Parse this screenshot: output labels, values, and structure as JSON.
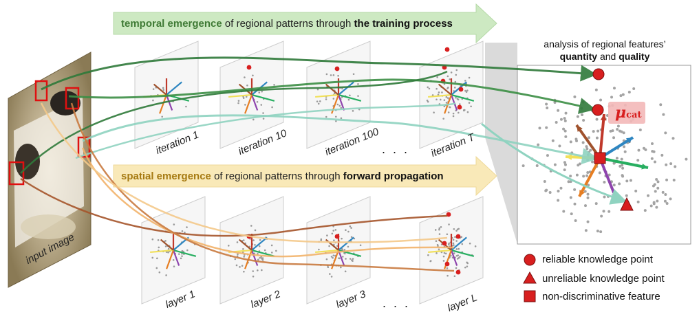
{
  "banners": {
    "temporal": {
      "highlight": "temporal emergence",
      "middle": " of regional patterns through ",
      "bold": "the training process"
    },
    "spatial": {
      "highlight": "spatial emergence",
      "middle": " of regional patterns through ",
      "bold": "forward propagation"
    }
  },
  "input_label": "input image",
  "iteration_labels": [
    "iteration 1",
    "iteration 10",
    "iteration 100",
    "iteration T"
  ],
  "layer_labels": [
    "layer 1",
    "layer 2",
    "layer 3",
    "layer L"
  ],
  "ellipsis": ". . .",
  "analysis": {
    "title_line1": "analysis of regional features’",
    "title_bold1": "quantity",
    "title_and": " and ",
    "title_bold2": "quality",
    "mu_symbol": "μ",
    "mu_subscript": "cat"
  },
  "legend": [
    {
      "marker": "circle",
      "label": "reliable knowledge point"
    },
    {
      "marker": "triangle",
      "label": "unreliable knowledge point"
    },
    {
      "marker": "square",
      "label": "non-discriminative feature"
    }
  ],
  "colors": {
    "marker_red": "#d81f1f",
    "temporal_arrow": "#c9e8be",
    "spatial_arrow": "#f8e7b5",
    "green_dark": "#2f7a3a",
    "green_light": "#8fd3c0",
    "orange_dark": "#a5542a",
    "orange_light": "#f2b36a"
  }
}
